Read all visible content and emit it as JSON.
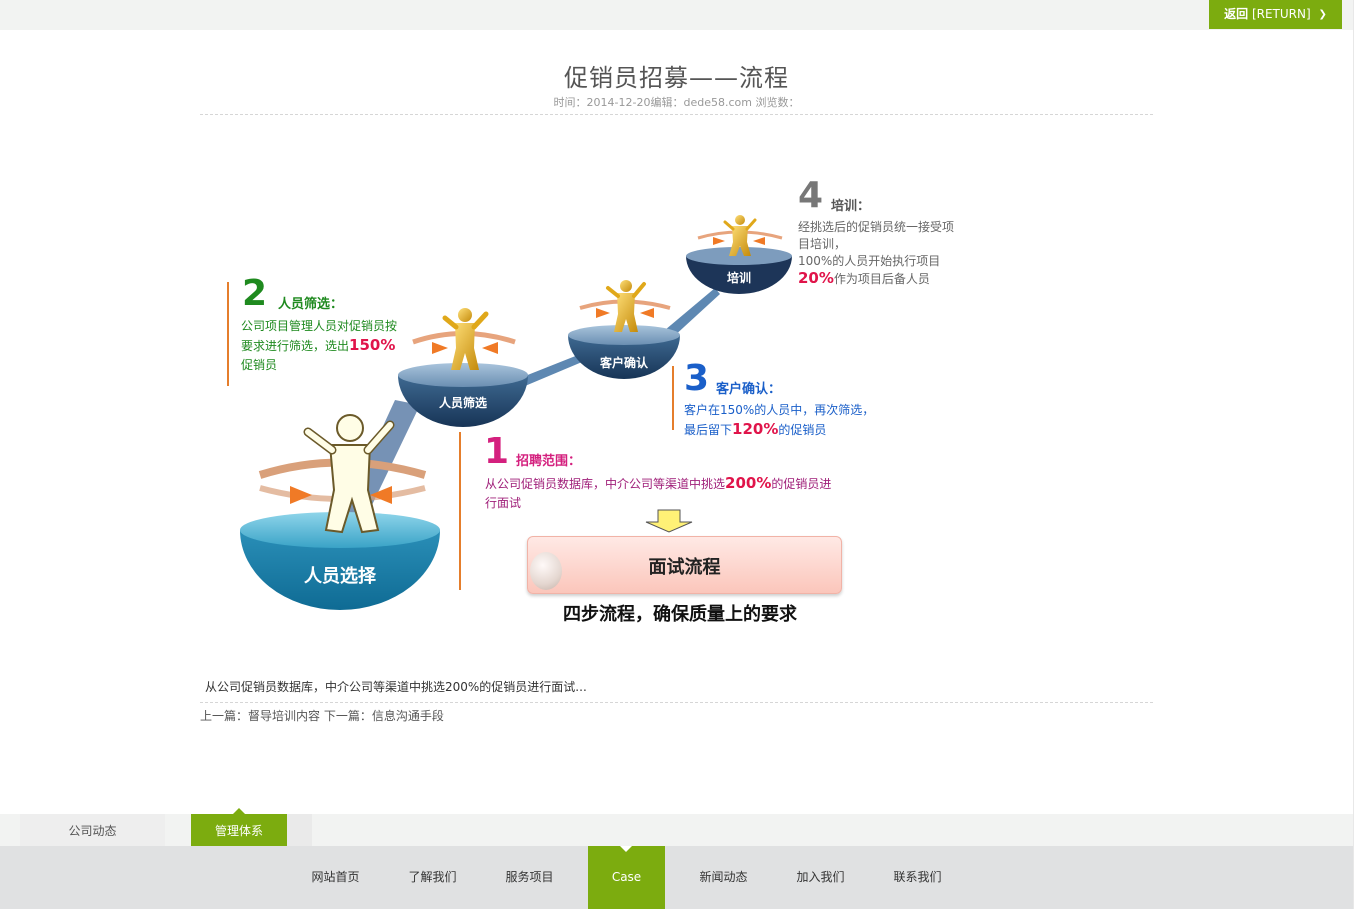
{
  "header": {
    "return_label": "返回",
    "return_suffix": "[RETURN]"
  },
  "article": {
    "title": "促销员招募——流程",
    "meta": "时间：2014-12-20编辑：dede58.com 浏览数：",
    "summary": "从公司促销员数据库，中介公司等渠道中挑选200%的促销员进行面试...",
    "prev": "上一篇：督导培训内容",
    "next": "下一篇：信息沟通手段"
  },
  "figure": {
    "bowls": [
      "人员选择",
      "人员筛选",
      "客户确认",
      "培训"
    ],
    "steps": [
      {
        "num": "1",
        "title": "招聘范围：",
        "text_pre": "从公司促销员数据库，中介公司等渠道中挑选",
        "pct": "200%",
        "text_post": "的促销员进",
        "line2": "行面试"
      },
      {
        "num": "2",
        "title": "人员筛选：",
        "line1": "公司项目管理人员对促销员按",
        "text_pre": "要求进行筛选，选出",
        "pct": "150%",
        "line3": "促销员"
      },
      {
        "num": "3",
        "title": "客户确认：",
        "line1": "客户在150%的人员中，再次筛选，",
        "text_pre": "最后留下",
        "pct": "120%",
        "text_post": "的促销员"
      },
      {
        "num": "4",
        "title": "培训：",
        "line1": "经挑选后的促销员统一接受项",
        "line2": "目培训，",
        "line3": "100%的人员开始执行项目",
        "pct": "20%",
        "text_post": "作为项目后备人员"
      }
    ],
    "interview_label": "面试流程",
    "caption": "四步流程，确保质量上的要求"
  },
  "tabs": {
    "inactive": "公司动态",
    "active": "管理体系"
  },
  "nav": [
    "网站首页",
    "了解我们",
    "服务项目",
    "Case",
    "新闻动态",
    "加入我们",
    "联系我们"
  ],
  "colors": {
    "accent": "#7cac0f",
    "step1": "#d4207e",
    "step2": "#1f8a1f",
    "step3": "#1a5fc9",
    "step4": "#777777",
    "pct": "#e0144a"
  }
}
